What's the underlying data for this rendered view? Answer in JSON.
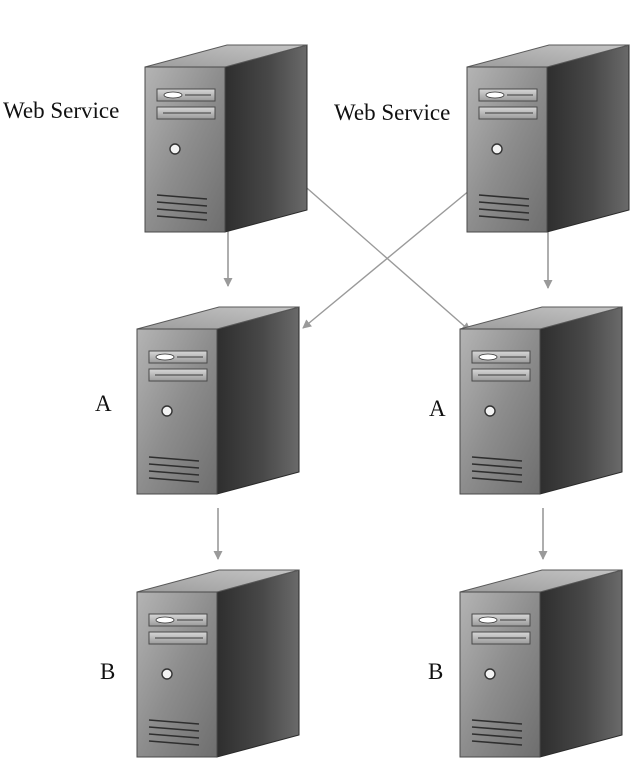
{
  "nodes": [
    {
      "id": "ws1",
      "label": "Web Service"
    },
    {
      "id": "ws2",
      "label": "Web Service"
    },
    {
      "id": "a1",
      "label": "A"
    },
    {
      "id": "a2",
      "label": "A"
    },
    {
      "id": "b1",
      "label": "B"
    },
    {
      "id": "b2",
      "label": "B"
    }
  ],
  "edges": [
    {
      "from": "ws1",
      "to": "a1"
    },
    {
      "from": "ws1",
      "to": "a2"
    },
    {
      "from": "ws2",
      "to": "a2"
    },
    {
      "from": "ws2",
      "to": "a1"
    },
    {
      "from": "a1",
      "to": "b1"
    },
    {
      "from": "a2",
      "to": "b2"
    }
  ],
  "colors": {
    "arrow": "#9a9a9a",
    "server_front": "#8c8c8c",
    "server_side": "#3a3a3a",
    "server_top": "#a6a6a6",
    "label": "#111111"
  }
}
